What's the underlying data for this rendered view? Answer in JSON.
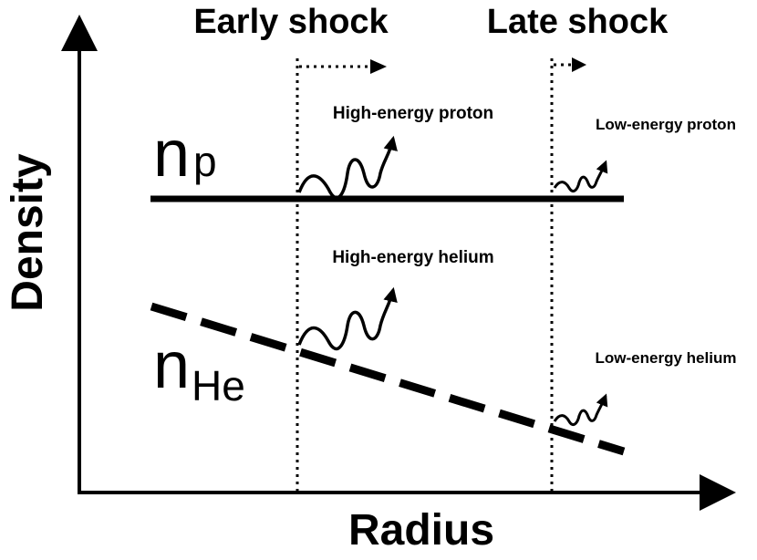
{
  "axes": {
    "x_label": "Radius",
    "y_label": "Density"
  },
  "shocks": {
    "early": "Early shock",
    "late": "Late shock"
  },
  "densities": {
    "proton": {
      "symbol": "n",
      "subscript": "p"
    },
    "helium": {
      "symbol": "n",
      "subscript": "He"
    }
  },
  "particles": {
    "high_proton": "High-energy proton",
    "low_proton": "Low-energy proton",
    "high_helium": "High-energy helium",
    "low_helium": "Low-energy helium"
  },
  "colors": {
    "ink": "#000000",
    "background": "#ffffff"
  }
}
